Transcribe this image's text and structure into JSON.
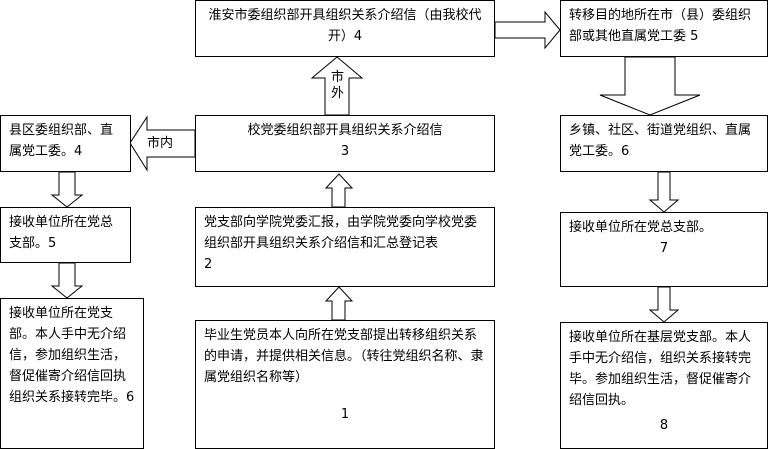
{
  "steps": {
    "s1": {
      "text": "毕业生党员本人向所在党支部提出转移组织关系的申请，并提供相关信息。（转往党组织名称、隶属党组织名称等）",
      "num": "1"
    },
    "s2": {
      "text": "党支部向学院党委汇报，由学院党委向学校党委组织部开具组织关系介绍信和汇总登记表",
      "num": "2"
    },
    "s3": {
      "text": "校党委组织部开具组织关系介绍信",
      "num": "3"
    },
    "s4_out": {
      "text": "淮安市委组织部开具组织关系介绍信（由我校代开）",
      "num": "4"
    },
    "s5_out": {
      "text": "转移目的地所在市（县）委组织部或其他直属党工委",
      "num": "5"
    },
    "s6_out": {
      "text": "乡镇、社区、街道党组织、直属党工委。",
      "num": "6"
    },
    "s7_out": {
      "text": "接收单位所在党总支部。",
      "num": "7"
    },
    "s8_out": {
      "text": "接收单位所在基层党支部。本人手中无介绍信，组织关系接转完毕。参加组织生活，督促催寄介绍信回执。",
      "num": "8"
    },
    "s4_in": {
      "text": "县区委组织部、直属党工委。",
      "num": "4"
    },
    "s5_in": {
      "text": "接收单位所在党总支部。",
      "num": "5"
    },
    "s6_in": {
      "text": "接收单位所在党支部。本人手中无介绍信，参加组织生活，督促催寄介绍信回执组织关系接转完毕。",
      "num": "6"
    }
  },
  "labels": {
    "outside_city": "市外",
    "outside_1": "市",
    "outside_2": "外",
    "inside_city": "市内"
  }
}
